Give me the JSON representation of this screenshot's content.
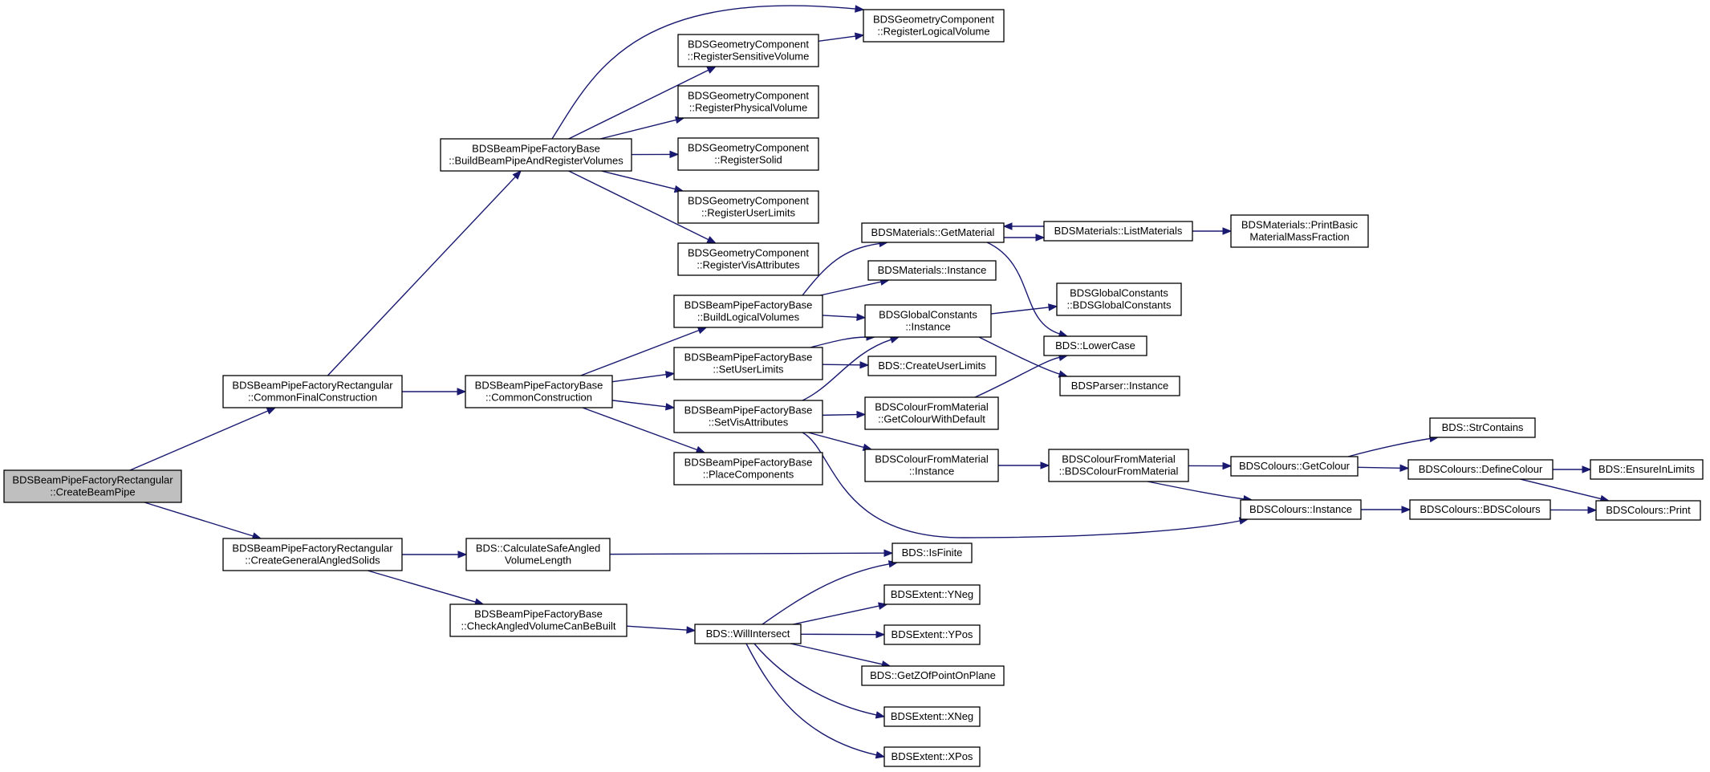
{
  "nodes": [
    {
      "id": "n0",
      "lines": [
        "BDSBeamPipeFactoryRectangular",
        "::CreateBeamPipe"
      ],
      "root": true
    },
    {
      "id": "n1",
      "lines": [
        "BDSBeamPipeFactoryRectangular",
        "::CommonFinalConstruction"
      ]
    },
    {
      "id": "n2",
      "lines": [
        "BDSBeamPipeFactoryRectangular",
        "::CreateGeneralAngledSolids"
      ]
    },
    {
      "id": "n3",
      "lines": [
        "BDSBeamPipeFactoryBase",
        "::BuildBeamPipeAndRegisterVolumes"
      ]
    },
    {
      "id": "n4",
      "lines": [
        "BDSBeamPipeFactoryBase",
        "::CommonConstruction"
      ]
    },
    {
      "id": "n5",
      "lines": [
        "BDS::CalculateSafeAngled",
        "VolumeLength"
      ]
    },
    {
      "id": "n6",
      "lines": [
        "BDSBeamPipeFactoryBase",
        "::CheckAngledVolumeCanBeBuilt"
      ]
    },
    {
      "id": "n7",
      "lines": [
        "BDSGeometryComponent",
        "::RegisterSensitiveVolume"
      ]
    },
    {
      "id": "n8",
      "lines": [
        "BDSGeometryComponent",
        "::RegisterLogicalVolume"
      ]
    },
    {
      "id": "n9",
      "lines": [
        "BDSGeometryComponent",
        "::RegisterPhysicalVolume"
      ]
    },
    {
      "id": "n10",
      "lines": [
        "BDSGeometryComponent",
        "::RegisterSolid"
      ]
    },
    {
      "id": "n11",
      "lines": [
        "BDSGeometryComponent",
        "::RegisterUserLimits"
      ]
    },
    {
      "id": "n12",
      "lines": [
        "BDSGeometryComponent",
        "::RegisterVisAttributes"
      ]
    },
    {
      "id": "n13",
      "lines": [
        "BDSBeamPipeFactoryBase",
        "::BuildLogicalVolumes"
      ]
    },
    {
      "id": "n14",
      "lines": [
        "BDSBeamPipeFactoryBase",
        "::SetUserLimits"
      ]
    },
    {
      "id": "n15",
      "lines": [
        "BDSBeamPipeFactoryBase",
        "::SetVisAttributes"
      ]
    },
    {
      "id": "n16",
      "lines": [
        "BDSBeamPipeFactoryBase",
        "::PlaceComponents"
      ]
    },
    {
      "id": "n17",
      "lines": [
        "BDS::WillIntersect"
      ]
    },
    {
      "id": "n18",
      "lines": [
        "BDSMaterials::GetMaterial"
      ]
    },
    {
      "id": "n19",
      "lines": [
        "BDSMaterials::Instance"
      ]
    },
    {
      "id": "n20",
      "lines": [
        "BDSGlobalConstants",
        "::Instance"
      ]
    },
    {
      "id": "n21",
      "lines": [
        "BDS::CreateUserLimits"
      ]
    },
    {
      "id": "n22",
      "lines": [
        "BDSColourFromMaterial",
        "::GetColourWithDefault"
      ]
    },
    {
      "id": "n23",
      "lines": [
        "BDSColourFromMaterial",
        "::Instance"
      ]
    },
    {
      "id": "n24",
      "lines": [
        "BDS::IsFinite"
      ]
    },
    {
      "id": "n25",
      "lines": [
        "BDSExtent::YNeg"
      ]
    },
    {
      "id": "n26",
      "lines": [
        "BDSExtent::YPos"
      ]
    },
    {
      "id": "n27",
      "lines": [
        "BDS::GetZOfPointOnPlane"
      ]
    },
    {
      "id": "n28",
      "lines": [
        "BDSExtent::XNeg"
      ]
    },
    {
      "id": "n29",
      "lines": [
        "BDSExtent::XPos"
      ]
    },
    {
      "id": "n30",
      "lines": [
        "BDSMaterials::ListMaterials"
      ]
    },
    {
      "id": "n31",
      "lines": [
        "BDSGlobalConstants",
        "::BDSGlobalConstants"
      ]
    },
    {
      "id": "n32",
      "lines": [
        "BDS::LowerCase"
      ]
    },
    {
      "id": "n33",
      "lines": [
        "BDSParser::Instance"
      ]
    },
    {
      "id": "n34",
      "lines": [
        "BDSColourFromMaterial",
        "::BDSColourFromMaterial"
      ]
    },
    {
      "id": "n35",
      "lines": [
        "BDSMaterials::PrintBasic",
        "MaterialMassFraction"
      ]
    },
    {
      "id": "n36",
      "lines": [
        "BDSColours::GetColour"
      ]
    },
    {
      "id": "n37",
      "lines": [
        "BDSColours::Instance"
      ]
    },
    {
      "id": "n38",
      "lines": [
        "BDS::StrContains"
      ]
    },
    {
      "id": "n39",
      "lines": [
        "BDSColours::DefineColour"
      ]
    },
    {
      "id": "n40",
      "lines": [
        "BDSColours::BDSColours"
      ]
    },
    {
      "id": "n41",
      "lines": [
        "BDS::EnsureInLimits"
      ]
    },
    {
      "id": "n42",
      "lines": [
        "BDSColours::Print"
      ]
    }
  ],
  "edges": [
    {
      "from": "n0",
      "to": "n1"
    },
    {
      "from": "n0",
      "to": "n2"
    },
    {
      "from": "n1",
      "to": "n3"
    },
    {
      "from": "n1",
      "to": "n4"
    },
    {
      "from": "n2",
      "to": "n5"
    },
    {
      "from": "n2",
      "to": "n6"
    },
    {
      "from": "n3",
      "to": "n8"
    },
    {
      "from": "n3",
      "to": "n7"
    },
    {
      "from": "n3",
      "to": "n9"
    },
    {
      "from": "n3",
      "to": "n10"
    },
    {
      "from": "n3",
      "to": "n11"
    },
    {
      "from": "n3",
      "to": "n12"
    },
    {
      "from": "n7",
      "to": "n8"
    },
    {
      "from": "n4",
      "to": "n13"
    },
    {
      "from": "n4",
      "to": "n14"
    },
    {
      "from": "n4",
      "to": "n15"
    },
    {
      "from": "n4",
      "to": "n16"
    },
    {
      "from": "n13",
      "to": "n18"
    },
    {
      "from": "n13",
      "to": "n19"
    },
    {
      "from": "n13",
      "to": "n20"
    },
    {
      "from": "n14",
      "to": "n20"
    },
    {
      "from": "n14",
      "to": "n21"
    },
    {
      "from": "n15",
      "to": "n20"
    },
    {
      "from": "n15",
      "to": "n22"
    },
    {
      "from": "n15",
      "to": "n23"
    },
    {
      "from": "n15",
      "to": "n37"
    },
    {
      "from": "n18",
      "to": "n30"
    },
    {
      "from": "n18",
      "to": "n32"
    },
    {
      "from": "n30",
      "to": "n18"
    },
    {
      "from": "n30",
      "to": "n35"
    },
    {
      "from": "n20",
      "to": "n31"
    },
    {
      "from": "n20",
      "to": "n33"
    },
    {
      "from": "n22",
      "to": "n32"
    },
    {
      "from": "n23",
      "to": "n34"
    },
    {
      "from": "n34",
      "to": "n36"
    },
    {
      "from": "n34",
      "to": "n37"
    },
    {
      "from": "n36",
      "to": "n38"
    },
    {
      "from": "n36",
      "to": "n39"
    },
    {
      "from": "n39",
      "to": "n41"
    },
    {
      "from": "n39",
      "to": "n42"
    },
    {
      "from": "n37",
      "to": "n40"
    },
    {
      "from": "n40",
      "to": "n42"
    },
    {
      "from": "n5",
      "to": "n24"
    },
    {
      "from": "n6",
      "to": "n17"
    },
    {
      "from": "n17",
      "to": "n24"
    },
    {
      "from": "n17",
      "to": "n25"
    },
    {
      "from": "n17",
      "to": "n26"
    },
    {
      "from": "n17",
      "to": "n27"
    },
    {
      "from": "n17",
      "to": "n28"
    },
    {
      "from": "n17",
      "to": "n29"
    }
  ]
}
